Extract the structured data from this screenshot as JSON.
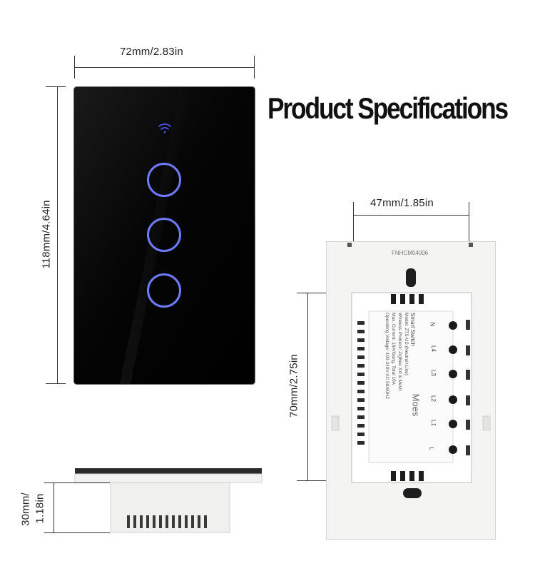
{
  "heading": "Product Specifications",
  "dimensions": {
    "front_width": "72mm/2.83in",
    "front_height": "118mm/4.64in",
    "depth_line1": "30mm/",
    "depth_line2": "1.18in",
    "module_width": "47mm/1.85in",
    "module_height": "70mm/2.75in"
  },
  "back_label": {
    "serial": "FNHCM04006",
    "brand": "Moes",
    "lines": [
      "Smart Switch",
      "Model: ZTS-US (Neutral+Line)",
      "Wireless Protocol: ZigBee 3.0 & Mesh",
      "Max. Current: 10A/Gang, Total 10A",
      "Operating Voltage: 100-240V AC 50/60HZ"
    ],
    "terminals": [
      "N",
      "L4",
      "L3",
      "L2",
      "L1",
      "L"
    ]
  },
  "colors": {
    "panel": "#050505",
    "touch_ring": "#6f7bff",
    "wifi": "#4a5cff",
    "body": "#f4f4f2"
  },
  "icons": [
    "wifi-icon",
    "touch-button-icon"
  ]
}
